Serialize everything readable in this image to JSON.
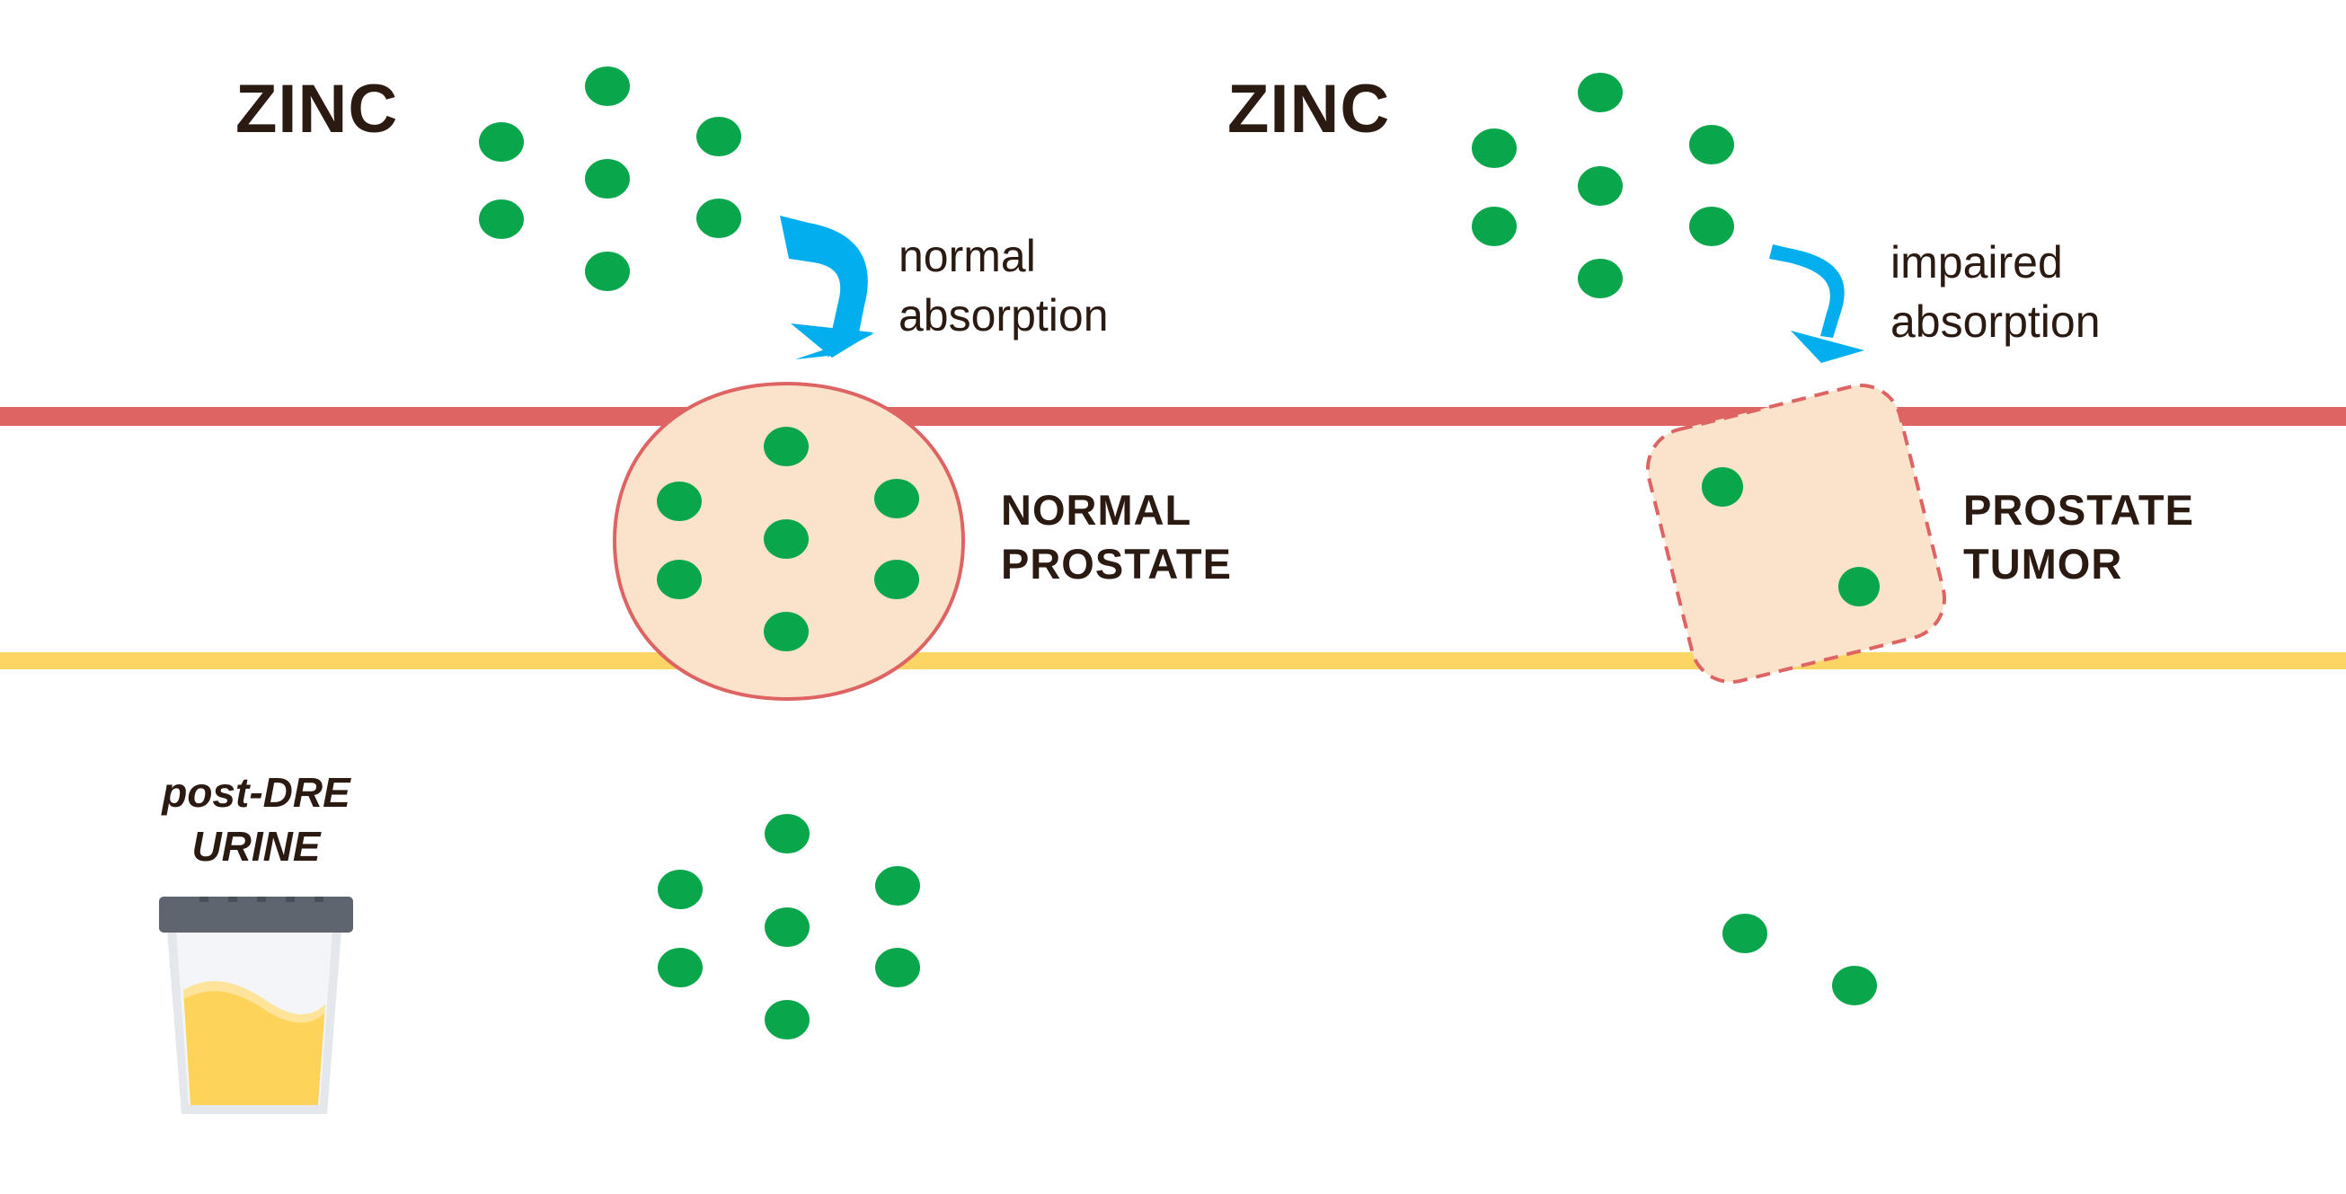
{
  "left_panel": {
    "zinc_title": "ZINC",
    "absorption_line1": "normal",
    "absorption_line2": "absorption",
    "organ_line1": "NORMAL",
    "organ_line2": "PROSTATE"
  },
  "right_panel": {
    "zinc_title": "ZINC",
    "absorption_line1": "impaired",
    "absorption_line2": "absorption",
    "organ_line1": "PROSTATE",
    "organ_line2": "TUMOR"
  },
  "urine": {
    "line1": "post-DRE",
    "line2": "URINE"
  },
  "colors": {
    "zinc_dot": "#0aa64b",
    "arrow": "#03aeef",
    "upper_membrane": "#de6463",
    "lower_membrane": "#fdd564",
    "organ_fill": "#fbe3cb",
    "organ_stroke": "#de6463",
    "urine_fill": "#fed35a",
    "cup_lid": "#5f656f",
    "text": "#2a1a12"
  },
  "icons": {
    "arrow_normal": "curved-down-arrow-icon",
    "arrow_impaired": "thin-curved-down-arrow-icon",
    "urine_cup": "specimen-cup-icon"
  }
}
